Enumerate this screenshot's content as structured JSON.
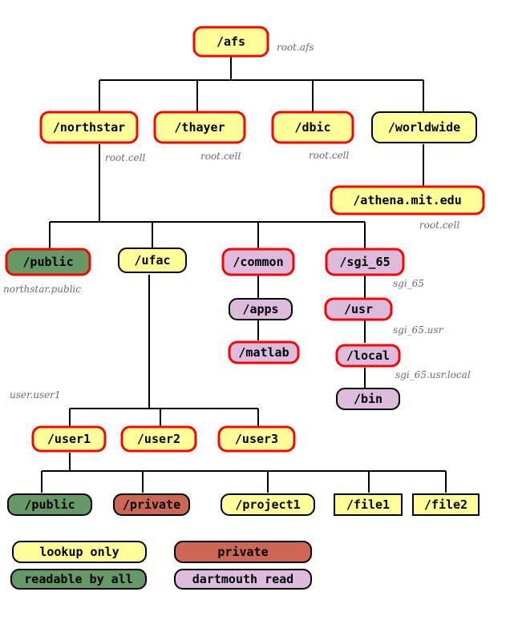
{
  "colors": {
    "lookup_only": "#ffff99",
    "readable_by_all": "#669966",
    "private": "#cc6655",
    "dartmouth_read": "#dcbbdd",
    "protected_border": "#ff0000",
    "normal_border": "#000000"
  },
  "nodes": {
    "afs": "/afs",
    "northstar": "/northstar",
    "thayer": "/thayer",
    "dbic": "/dbic",
    "worldwide": "/worldwide",
    "athena": "/athena.mit.edu",
    "public_top": "/public",
    "ufac": "/ufac",
    "common": "/common",
    "sgi_65": "/sgi_65",
    "apps": "/apps",
    "matlab": "/matlab",
    "usr": "/usr",
    "local": "/local",
    "bin": "/bin",
    "user1": "/user1",
    "user2": "/user2",
    "user3": "/user3",
    "public_user": "/public",
    "private_user": "/private",
    "project1": "/project1",
    "file1": "/file1",
    "file2": "/file2"
  },
  "annotations": {
    "root_afs": "root.afs",
    "root_cell_northstar": "root.cell",
    "root_cell_thayer": "root.cell",
    "root_cell_dbic": "root.cell",
    "root_cell_athena": "root.cell",
    "northstar_public": "northstar.public",
    "sgi_65": "sgi_65",
    "sgi_65_usr": "sgi_65.usr",
    "sgi_65_usr_local": "sgi_65.usr.local",
    "user_user1": "user.user1"
  },
  "legend": {
    "lookup_only": "lookup only",
    "private": "private",
    "readable_by_all": "readable by all",
    "dartmouth_read": "dartmouth read"
  }
}
